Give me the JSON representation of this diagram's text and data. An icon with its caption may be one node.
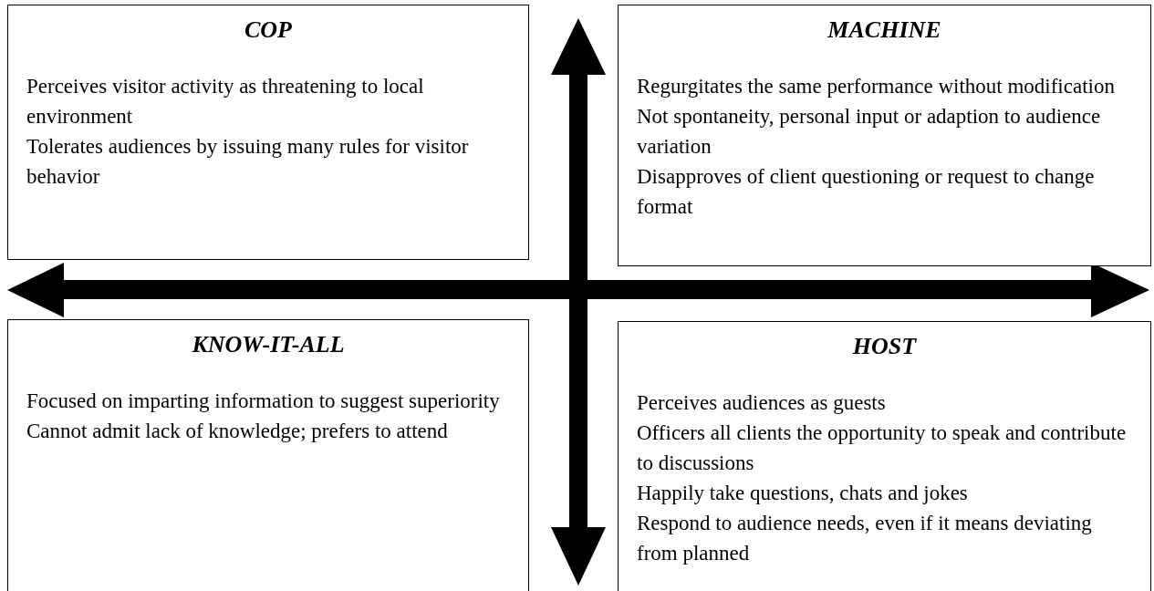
{
  "diagram": {
    "nodes": [
      {
        "text": [
          "COP",
          "Perceives visitor activity as threatening to local environment",
          "Tolerates audiences by issuing many rules for visitor behavior"
        ]
      },
      {
        "text": [
          "MACHINE",
          "Regurgitates the same performance without modification",
          "Not spontaneity, personal input or adaption to audience variation",
          "Disapproves of client questioning or request to change format"
        ]
      },
      {
        "text": [
          "KNOW-IT-ALL",
          "Focused on imparting information to suggest superiority",
          "Cannot admit lack of knowledge; prefers to attend"
        ]
      },
      {
        "text": [
          "HOST",
          "Perceives audiences as guests",
          "Officers all clients the opportunity to speak and contribute to discussions",
          "Happily take questions, chats and jokes",
          "Respond to audience needs, even if it means deviating from planned"
        ]
      }
    ],
    "edges": []
  }
}
